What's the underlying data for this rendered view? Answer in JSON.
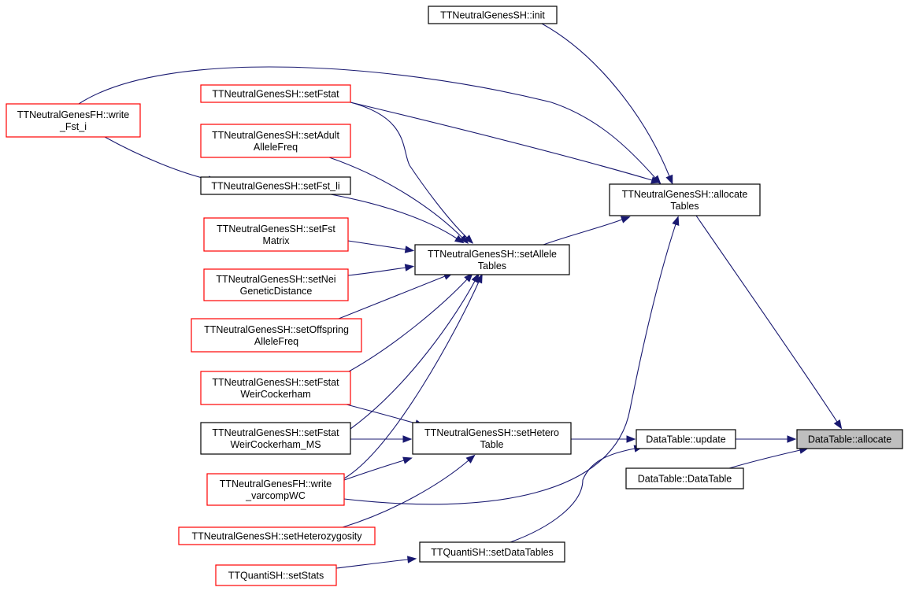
{
  "colors": {
    "edge": "#191970",
    "border_black": "#000000",
    "border_red": "#ff0000",
    "highlight_fill": "#bfbfbf"
  },
  "nodes": {
    "init": {
      "lines": [
        "TTNeutralGenesSH::init"
      ],
      "border": "black"
    },
    "write_fst_i": {
      "lines": [
        "TTNeutralGenesFH::write",
        "_Fst_i"
      ],
      "border": "red"
    },
    "setFstat": {
      "lines": [
        "TTNeutralGenesSH::setFstat"
      ],
      "border": "red"
    },
    "setAdultAlleleFreq": {
      "lines": [
        "TTNeutralGenesSH::setAdult",
        "AlleleFreq"
      ],
      "border": "red"
    },
    "setFst_li": {
      "lines": [
        "TTNeutralGenesSH::setFst_li"
      ],
      "border": "black"
    },
    "setFstMatrix": {
      "lines": [
        "TTNeutralGenesSH::setFst",
        "Matrix"
      ],
      "border": "red"
    },
    "setNeiGeneticDistance": {
      "lines": [
        "TTNeutralGenesSH::setNei",
        "GeneticDistance"
      ],
      "border": "red"
    },
    "setOffspringAlleleFreq": {
      "lines": [
        "TTNeutralGenesSH::setOffspring",
        "AlleleFreq"
      ],
      "border": "red"
    },
    "setFstatWeirCockerham": {
      "lines": [
        "TTNeutralGenesSH::setFstat",
        "WeirCockerham"
      ],
      "border": "red"
    },
    "setFstatWeirCockerham_MS": {
      "lines": [
        "TTNeutralGenesSH::setFstat",
        "WeirCockerham_MS"
      ],
      "border": "black"
    },
    "write_varcompWC": {
      "lines": [
        "TTNeutralGenesFH::write",
        "_varcompWC"
      ],
      "border": "red"
    },
    "setHeterozygosity": {
      "lines": [
        "TTNeutralGenesSH::setHeterozygosity"
      ],
      "border": "red"
    },
    "setStats": {
      "lines": [
        "TTQuantiSH::setStats"
      ],
      "border": "red"
    },
    "allocateTables": {
      "lines": [
        "TTNeutralGenesSH::allocate",
        "Tables"
      ],
      "border": "black"
    },
    "setAlleleTables": {
      "lines": [
        "TTNeutralGenesSH::setAllele",
        "Tables"
      ],
      "border": "black"
    },
    "setHeteroTable": {
      "lines": [
        "TTNeutralGenesSH::setHetero",
        "Table"
      ],
      "border": "black"
    },
    "setDataTables": {
      "lines": [
        "TTQuantiSH::setDataTables"
      ],
      "border": "black"
    },
    "update": {
      "lines": [
        "DataTable::update"
      ],
      "border": "black"
    },
    "dataTable": {
      "lines": [
        "DataTable::DataTable"
      ],
      "border": "black"
    },
    "allocate": {
      "lines": [
        "DataTable::allocate"
      ],
      "border": "black",
      "highlighted": true
    }
  },
  "edges": [
    {
      "from": "allocateTables",
      "to": "allocate"
    },
    {
      "from": "update",
      "to": "allocate"
    },
    {
      "from": "dataTable",
      "to": "allocate"
    },
    {
      "from": "init",
      "to": "allocateTables"
    },
    {
      "from": "write_fst_i",
      "to": "allocateTables"
    },
    {
      "from": "setFstat",
      "to": "allocateTables"
    },
    {
      "from": "setAlleleTables",
      "to": "allocateTables"
    },
    {
      "from": "write_varcompWC",
      "to": "allocateTables"
    },
    {
      "from": "setHeteroTable",
      "to": "update"
    },
    {
      "from": "setDataTables",
      "to": "update"
    },
    {
      "from": "setFstat",
      "to": "setAlleleTables"
    },
    {
      "from": "setAdultAlleleFreq",
      "to": "setAlleleTables"
    },
    {
      "from": "setFst_li",
      "to": "setAlleleTables"
    },
    {
      "from": "setFstMatrix",
      "to": "setAlleleTables"
    },
    {
      "from": "setNeiGeneticDistance",
      "to": "setAlleleTables"
    },
    {
      "from": "setOffspringAlleleFreq",
      "to": "setAlleleTables"
    },
    {
      "from": "setFstatWeirCockerham",
      "to": "setAlleleTables"
    },
    {
      "from": "setFstatWeirCockerham_MS",
      "to": "setAlleleTables"
    },
    {
      "from": "write_varcompWC",
      "to": "setAlleleTables"
    },
    {
      "from": "write_fst_i",
      "to": "setFst_li"
    },
    {
      "from": "setFstatWeirCockerham",
      "to": "setHeteroTable"
    },
    {
      "from": "setFstatWeirCockerham_MS",
      "to": "setHeteroTable"
    },
    {
      "from": "write_varcompWC",
      "to": "setHeteroTable"
    },
    {
      "from": "setHeterozygosity",
      "to": "setHeteroTable"
    },
    {
      "from": "setStats",
      "to": "setDataTables"
    }
  ]
}
